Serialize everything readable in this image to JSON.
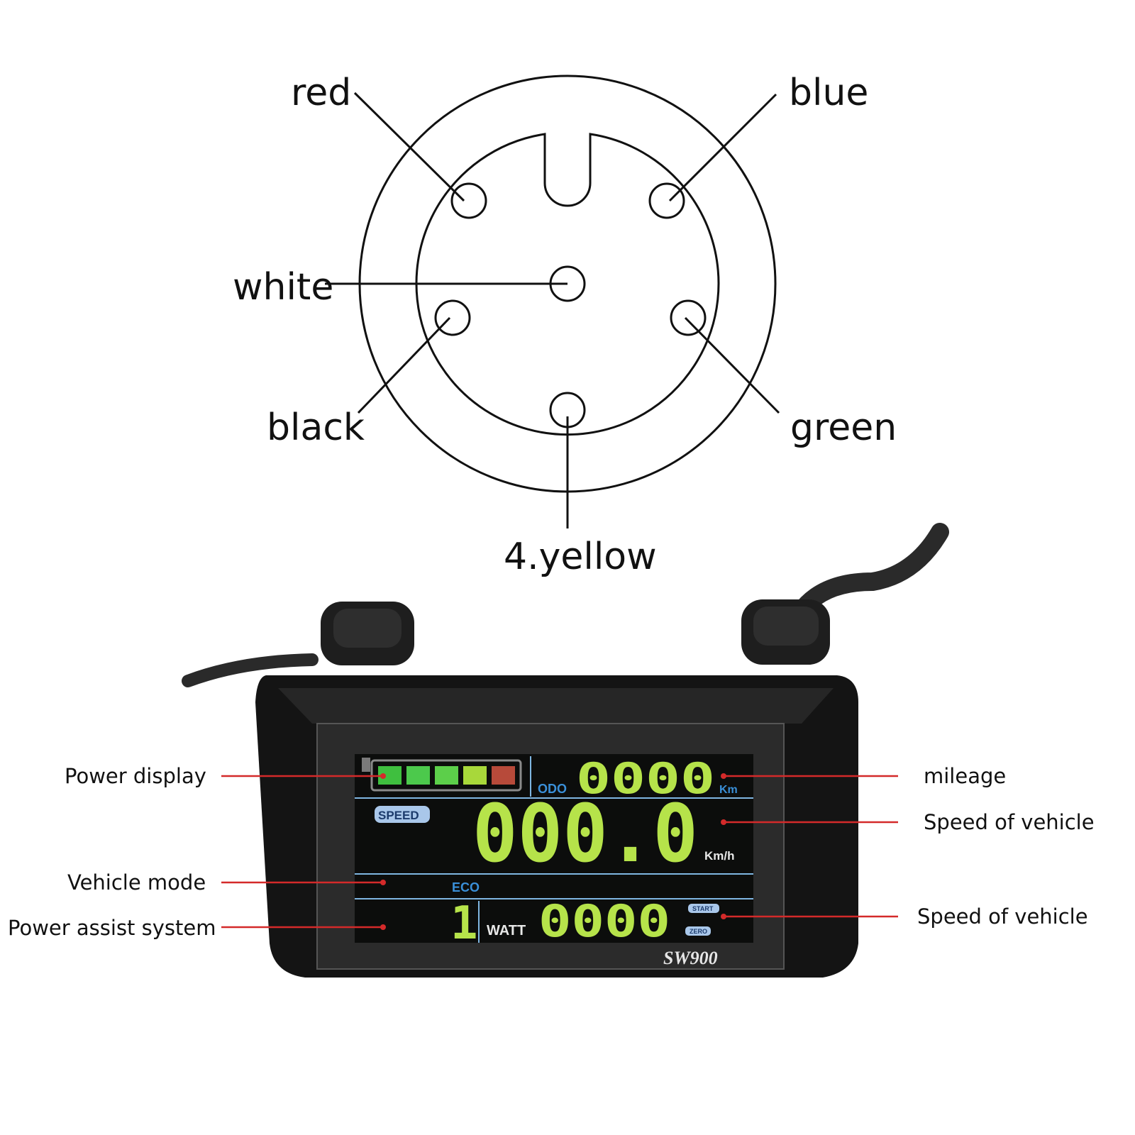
{
  "connector": {
    "pins": {
      "red": "red",
      "blue": "blue",
      "white": "white",
      "black": "black",
      "green": "green",
      "yellow": "4.yellow"
    }
  },
  "display": {
    "model": "SW900",
    "odo_label": "ODO",
    "odo_value": "0000",
    "odo_unit": "Km",
    "speed_label": "SPEED",
    "speed_value": "000.0",
    "speed_unit": "Km/h",
    "mode": "ECO",
    "assist_level": "1",
    "watt_label": "WATT",
    "watt_value": "0000",
    "start_label": "START",
    "zero_label": "ZERO",
    "battery_segment_colors": [
      "#3fbf3f",
      "#4cc94c",
      "#5ccf4a",
      "#a8d83a",
      "#b74a3a"
    ]
  },
  "callouts": {
    "power_display": "Power display",
    "vehicle_mode": "Vehicle mode",
    "power_assist": "Power assist system",
    "mileage": "mileage",
    "speed_of_vehicle_1": "Speed of vehicle",
    "speed_of_vehicle_2": "Speed of vehicle"
  },
  "colors": {
    "callout_line": "#d42a2a",
    "lcd_green": "#b6e34a",
    "lcd_blue": "#3a8fd8"
  }
}
